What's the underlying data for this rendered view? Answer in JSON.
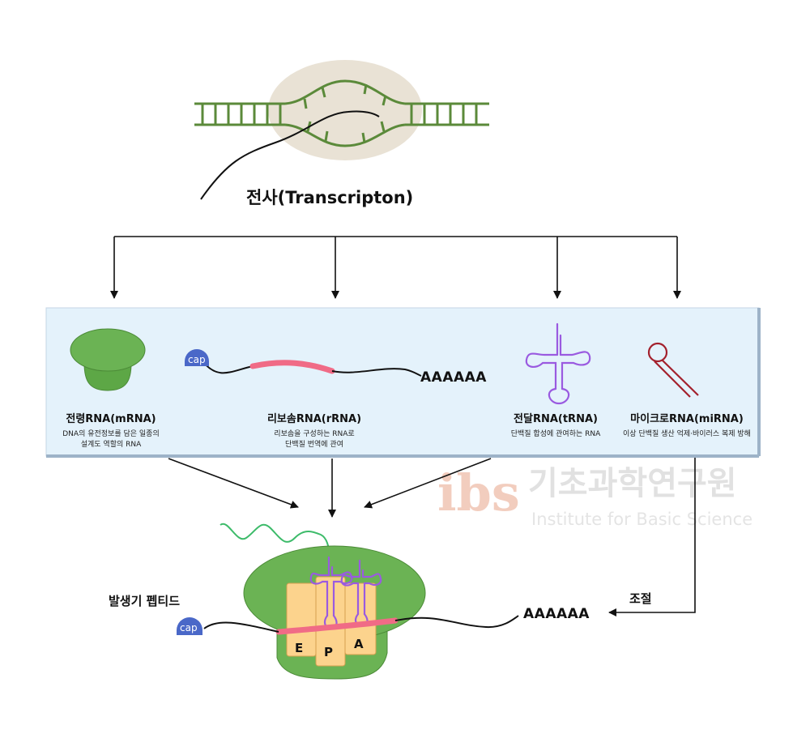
{
  "transcription": {
    "title": "전사(Transcripton)"
  },
  "rna_types": [
    {
      "name": "전령RNA(mRNA)",
      "desc_lines": [
        "DNA의 유전정보를 담은 일종의",
        "설계도 역할의 RNA"
      ]
    },
    {
      "name": "리보솜RNA(rRNA)",
      "desc_lines": [
        "리보솜을 구성하는 RNA로",
        "단백질 번역에 관여"
      ]
    },
    {
      "name": "전달RNA(tRNA)",
      "desc_lines": [
        "단백질 합성에 관여하는 RNA"
      ]
    },
    {
      "name": "마이크로RNA(miRNA)",
      "desc_lines": [
        "이상 단백질 생산 억제·바이러스 복제 방해"
      ]
    }
  ],
  "strand": {
    "cap": "cap",
    "tail": "AAAAAA"
  },
  "ribosome": {
    "cap": "cap",
    "tail": "AAAAAA",
    "sites": [
      "E",
      "P",
      "A"
    ],
    "nascent_label": "발생기 펩티드",
    "regulation_label": "조절"
  },
  "watermark": {
    "logo": "ibs",
    "korean": "기초과학연구원",
    "english": "Institute for Basic Science"
  },
  "colors": {
    "dna_green": "#5b8a3a",
    "panel_fill": "#e4f2fb",
    "panel_border": "#9db3c8",
    "mrna_green": "#6bb354",
    "ribo_pink": "#f06b86",
    "trna_purple": "#9a5ae0",
    "mirna_red": "#a3202c",
    "cap_blue": "#4a68c8",
    "site_orange": "#fcd38d"
  }
}
